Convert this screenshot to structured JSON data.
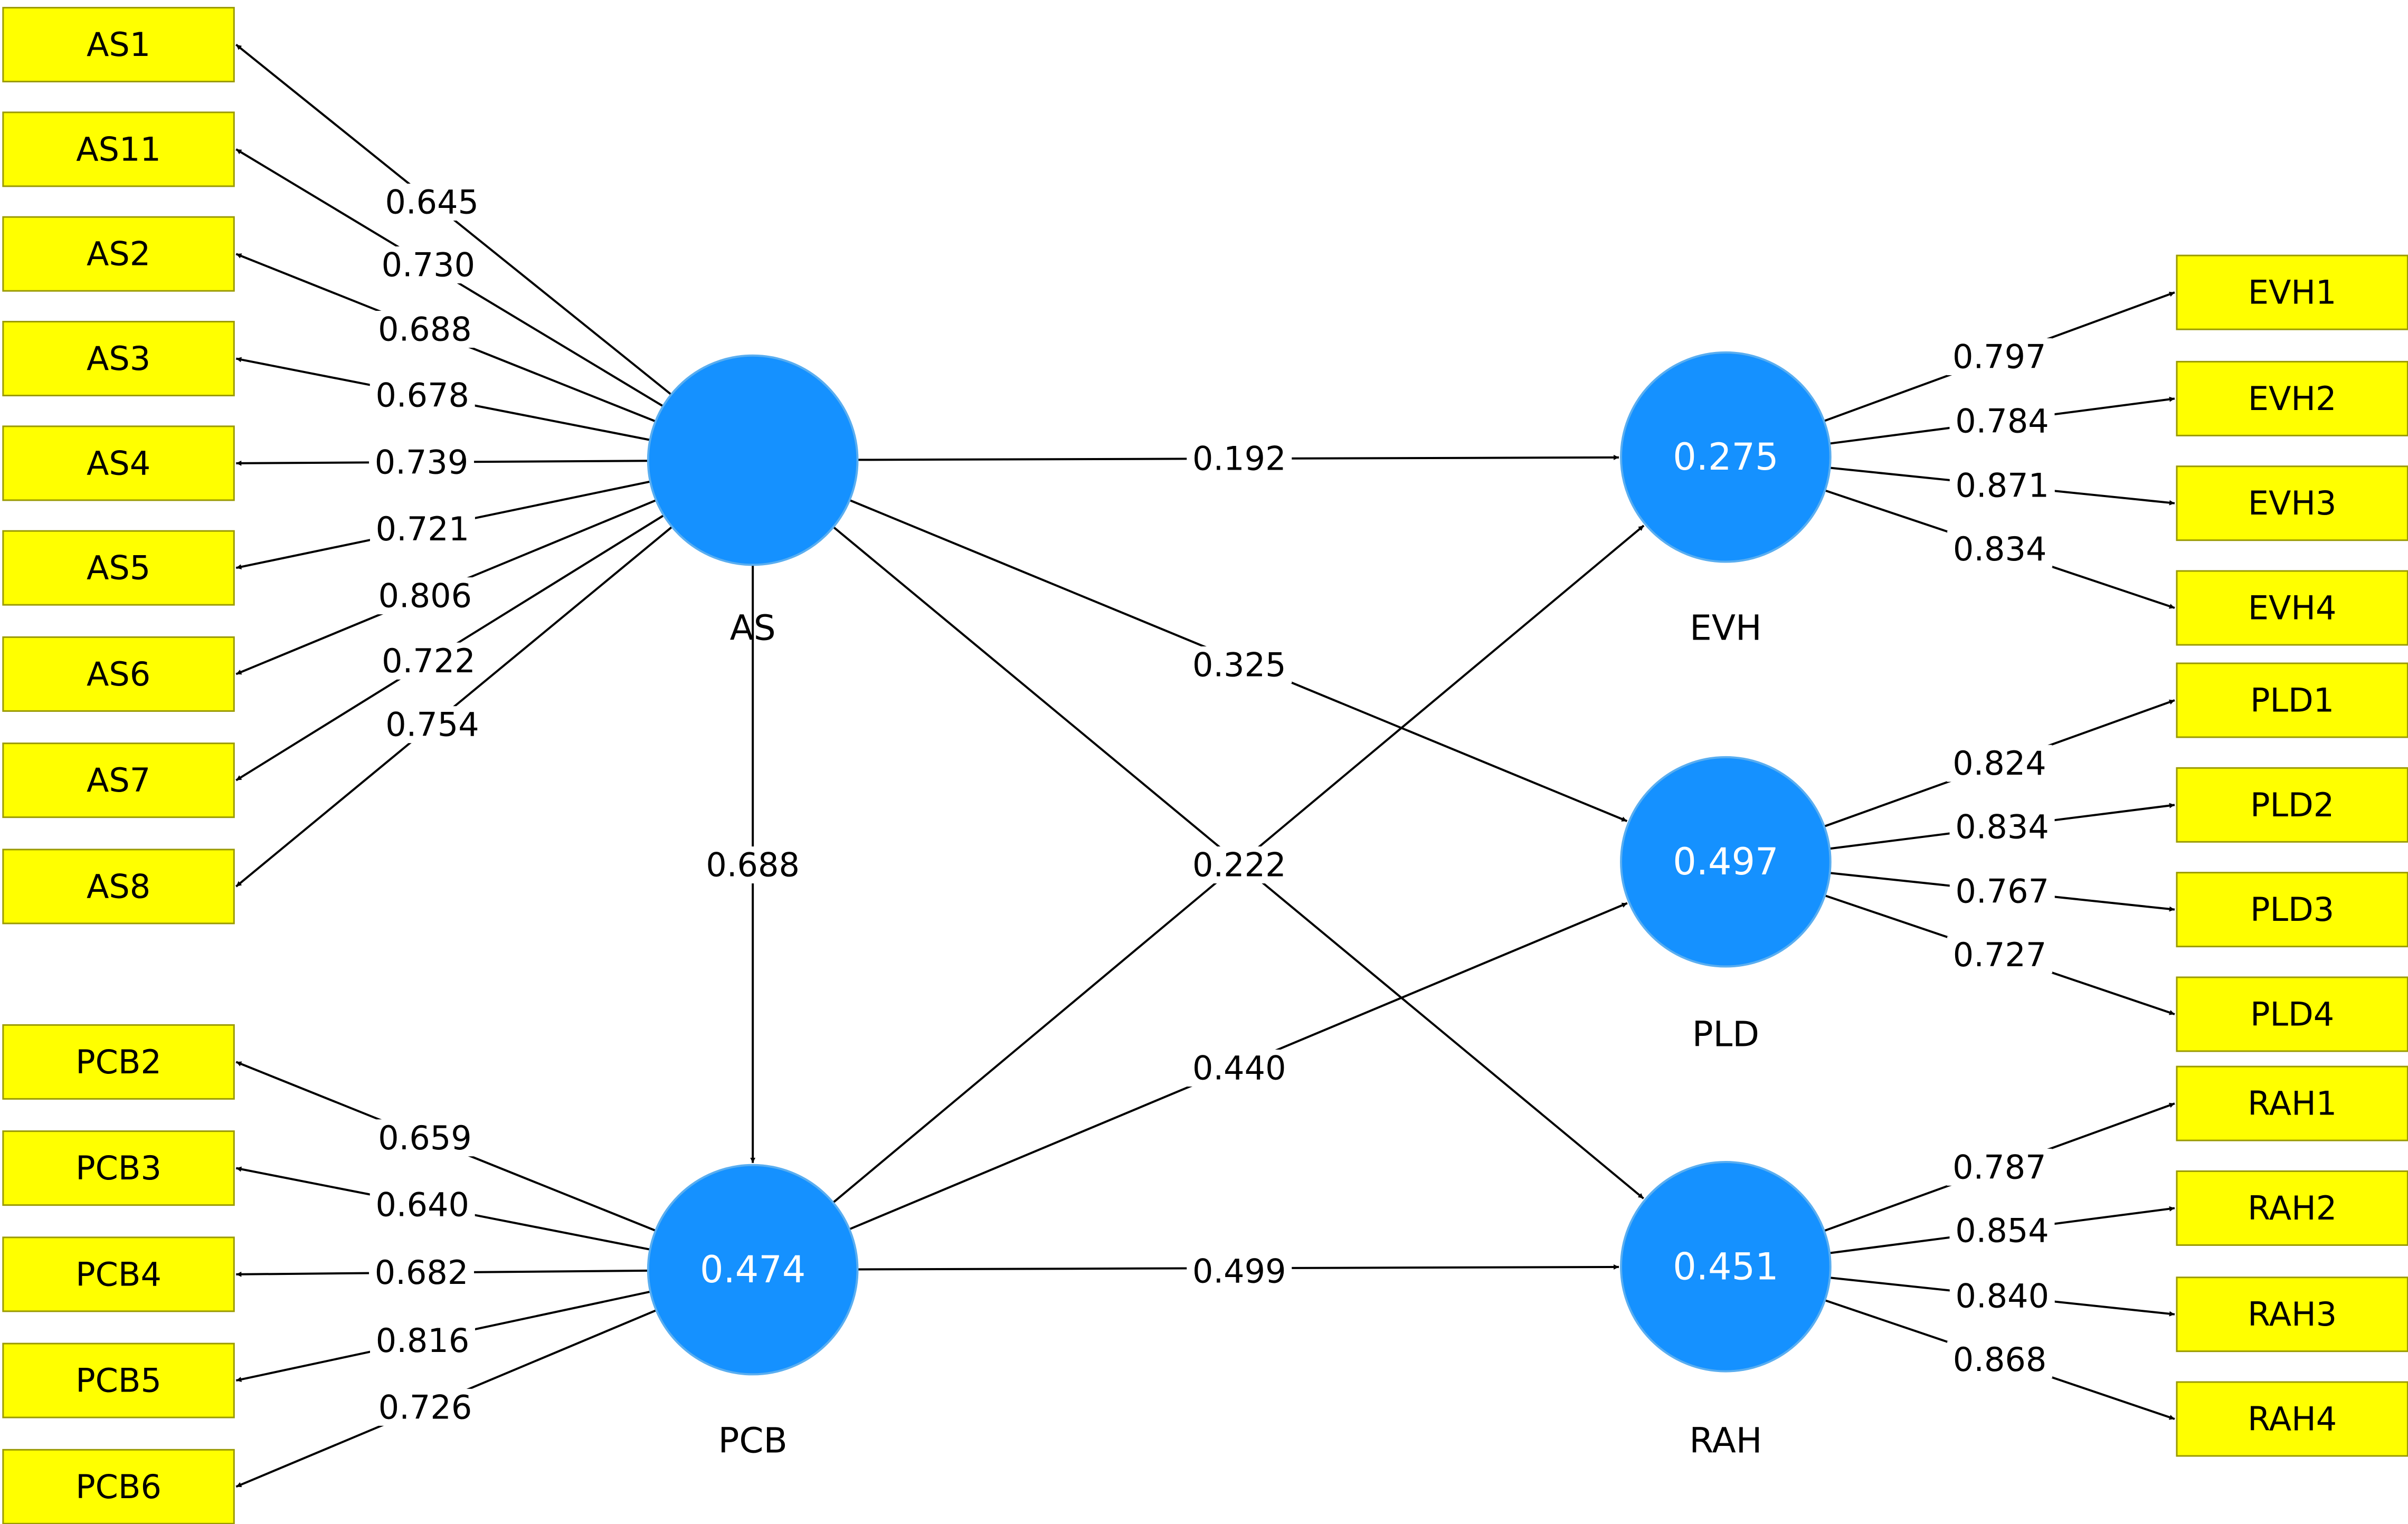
{
  "style": {
    "latent_fill": "#1591ff",
    "indicator_fill": "#ffff00",
    "edge_color": "#000000"
  },
  "latent": {
    "AS": {
      "label": "AS",
      "value": ""
    },
    "PCB": {
      "label": "PCB",
      "value": "0.474"
    },
    "EVH": {
      "label": "EVH",
      "value": "0.275"
    },
    "PLD": {
      "label": "PLD",
      "value": "0.497"
    },
    "RAH": {
      "label": "RAH",
      "value": "0.451"
    }
  },
  "indicators": {
    "AS": [
      "AS1",
      "AS11",
      "AS2",
      "AS3",
      "AS4",
      "AS5",
      "AS6",
      "AS7",
      "AS8"
    ],
    "PCB": [
      "PCB2",
      "PCB3",
      "PCB4",
      "PCB5",
      "PCB6"
    ],
    "EVH": [
      "EVH1",
      "EVH2",
      "EVH3",
      "EVH4"
    ],
    "PLD": [
      "PLD1",
      "PLD2",
      "PLD3",
      "PLD4"
    ],
    "RAH": [
      "RAH1",
      "RAH2",
      "RAH3",
      "RAH4"
    ]
  },
  "loadings": {
    "AS": [
      "0.645",
      "0.730",
      "0.688",
      "0.678",
      "0.739",
      "0.721",
      "0.806",
      "0.722",
      "0.754"
    ],
    "PCB": [
      "0.659",
      "0.640",
      "0.682",
      "0.816",
      "0.726"
    ],
    "EVH": [
      "0.797",
      "0.784",
      "0.871",
      "0.834"
    ],
    "PLD": [
      "0.824",
      "0.834",
      "0.767",
      "0.727"
    ],
    "RAH": [
      "0.787",
      "0.854",
      "0.840",
      "0.868"
    ]
  },
  "paths": [
    {
      "from": "AS",
      "to": "EVH",
      "coef": "0.192"
    },
    {
      "from": "AS",
      "to": "PLD",
      "coef": "0.325"
    },
    {
      "from": "AS",
      "to": "RAH",
      "coef": "0.222"
    },
    {
      "from": "AS",
      "to": "PCB",
      "coef": "0.688"
    },
    {
      "from": "PCB",
      "to": "EVH",
      "coef": ""
    },
    {
      "from": "PCB",
      "to": "PLD",
      "coef": "0.440"
    },
    {
      "from": "PCB",
      "to": "RAH",
      "coef": "0.499"
    }
  ]
}
